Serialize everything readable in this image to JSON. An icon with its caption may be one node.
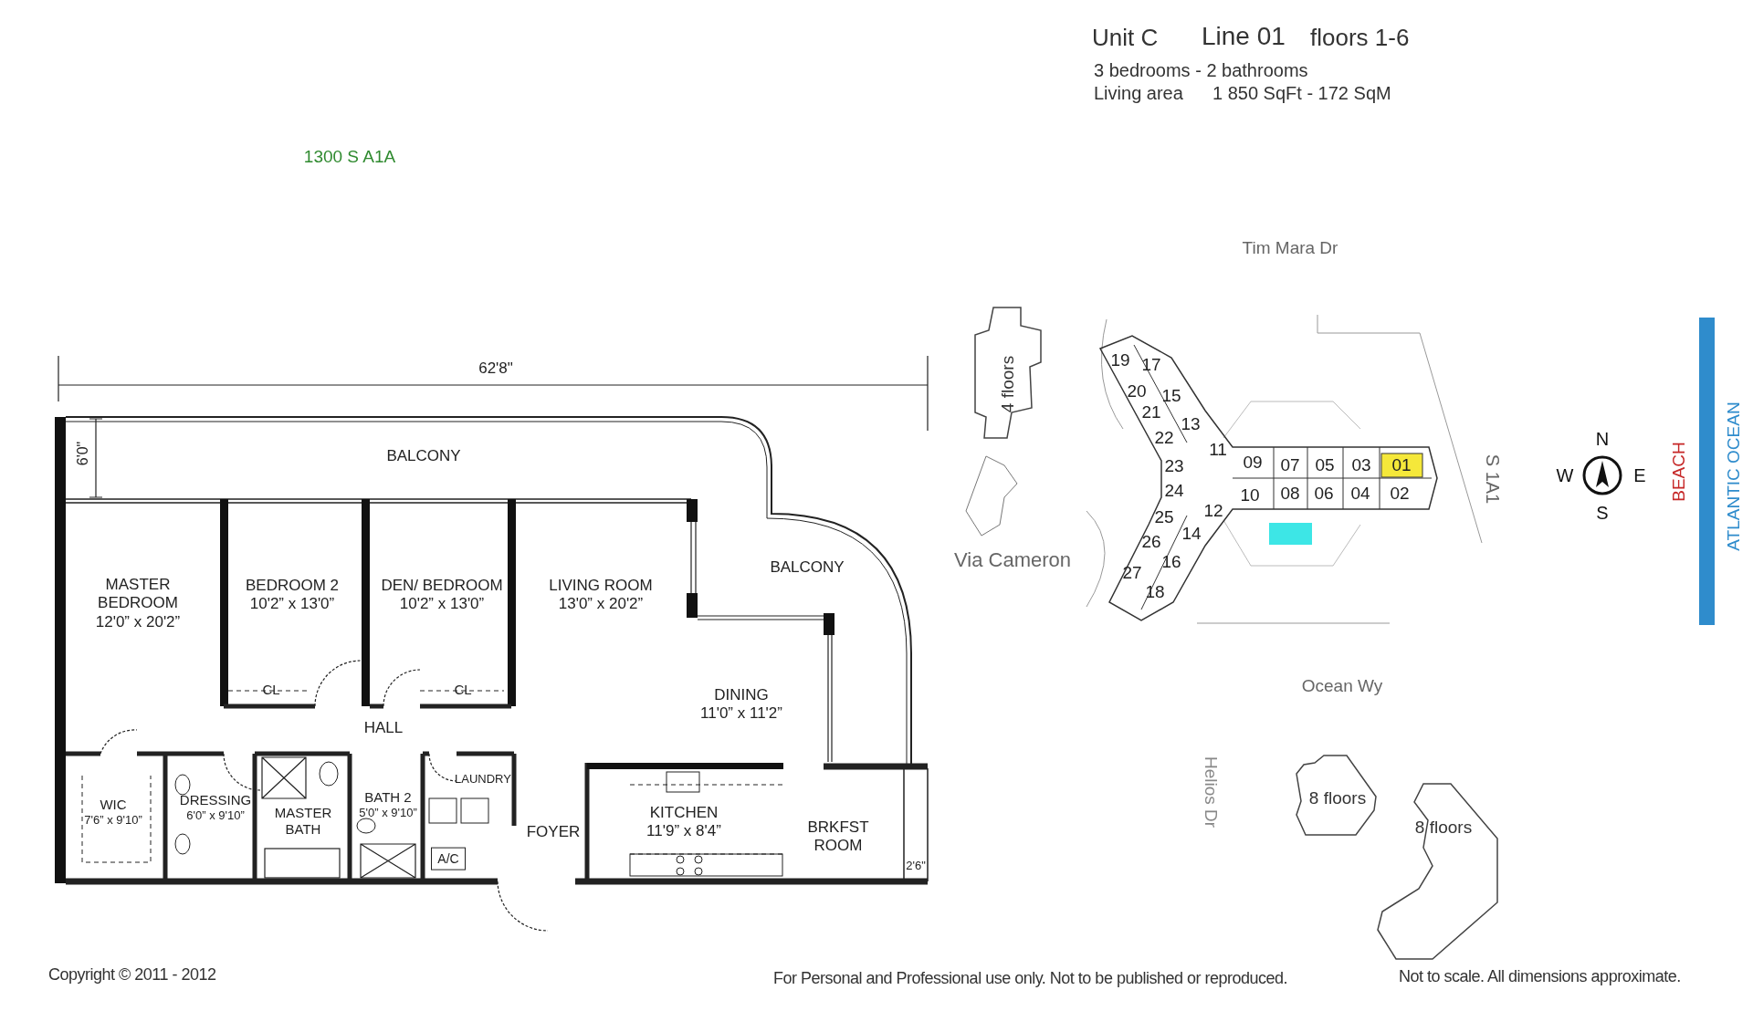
{
  "diagram": {
    "nodes": [
      {
        "text": [
          "BALCONY"
        ]
      },
      {
        "text": [
          "MASTER BEDROOM",
          "12'0” x 20'2”"
        ]
      },
      {
        "text": [
          "BEDROOM 2",
          "10'2” x 13'0”"
        ]
      },
      {
        "text": [
          "DEN/ BEDROOM",
          "10'2” x 13'0”"
        ]
      },
      {
        "text": [
          "LIVING ROOM",
          "13'0” x 20'2”"
        ]
      },
      {
        "text": [
          "BALCONY"
        ]
      },
      {
        "text": [
          "DINING",
          "11'0” x 11'2”"
        ]
      },
      {
        "text": [
          "HALL"
        ]
      },
      {
        "text": [
          "CL"
        ]
      },
      {
        "text": [
          "CL"
        ]
      },
      {
        "text": [
          "WIC",
          "7'6” x 9'10”"
        ]
      },
      {
        "text": [
          "DRESSING",
          "6'0” x 9'10”"
        ]
      },
      {
        "text": [
          "MASTER BATH"
        ]
      },
      {
        "text": [
          "BATH 2",
          "5'0” x 9'10”"
        ]
      },
      {
        "text": [
          "LAUNDRY"
        ]
      },
      {
        "text": [
          "A/C"
        ]
      },
      {
        "text": [
          "FOYER"
        ]
      },
      {
        "text": [
          "KITCHEN",
          "11'9” x 8'4”"
        ]
      },
      {
        "text": [
          "BRKFST ROOM"
        ]
      },
      {
        "text": [
          "4 floors"
        ]
      },
      {
        "text": [
          "8 floors"
        ]
      },
      {
        "text": [
          "8 floors"
        ]
      }
    ],
    "labels": [
      "1300 S A1A",
      "Unit C",
      "Line 01",
      "floors 1-6",
      "3 bedrooms - 2 bathrooms",
      "Living area",
      "1 850 SqFt - 172 SqM",
      "Tim Mara Dr",
      "62'8\"",
      "6'0\"",
      "Via Cameron",
      "01",
      "02",
      "03",
      "04",
      "05",
      "06",
      "07",
      "08",
      "09",
      "10",
      "11",
      "12",
      "13",
      "14",
      "15",
      "16",
      "17",
      "18",
      "19",
      "20",
      "21",
      "22",
      "23",
      "24",
      "25",
      "26",
      "27",
      "S 1A1",
      "N",
      "W",
      "E",
      "S",
      "BEACH",
      "ATLANTIC OCEAN",
      "Ocean Wy",
      "Helios Dr",
      "2'6\"",
      "Copyright © 2011 - 2012",
      "For Personal and Professional use only. Not to be published or reproduced.",
      "Not to scale. All dimensions approximate."
    ]
  }
}
